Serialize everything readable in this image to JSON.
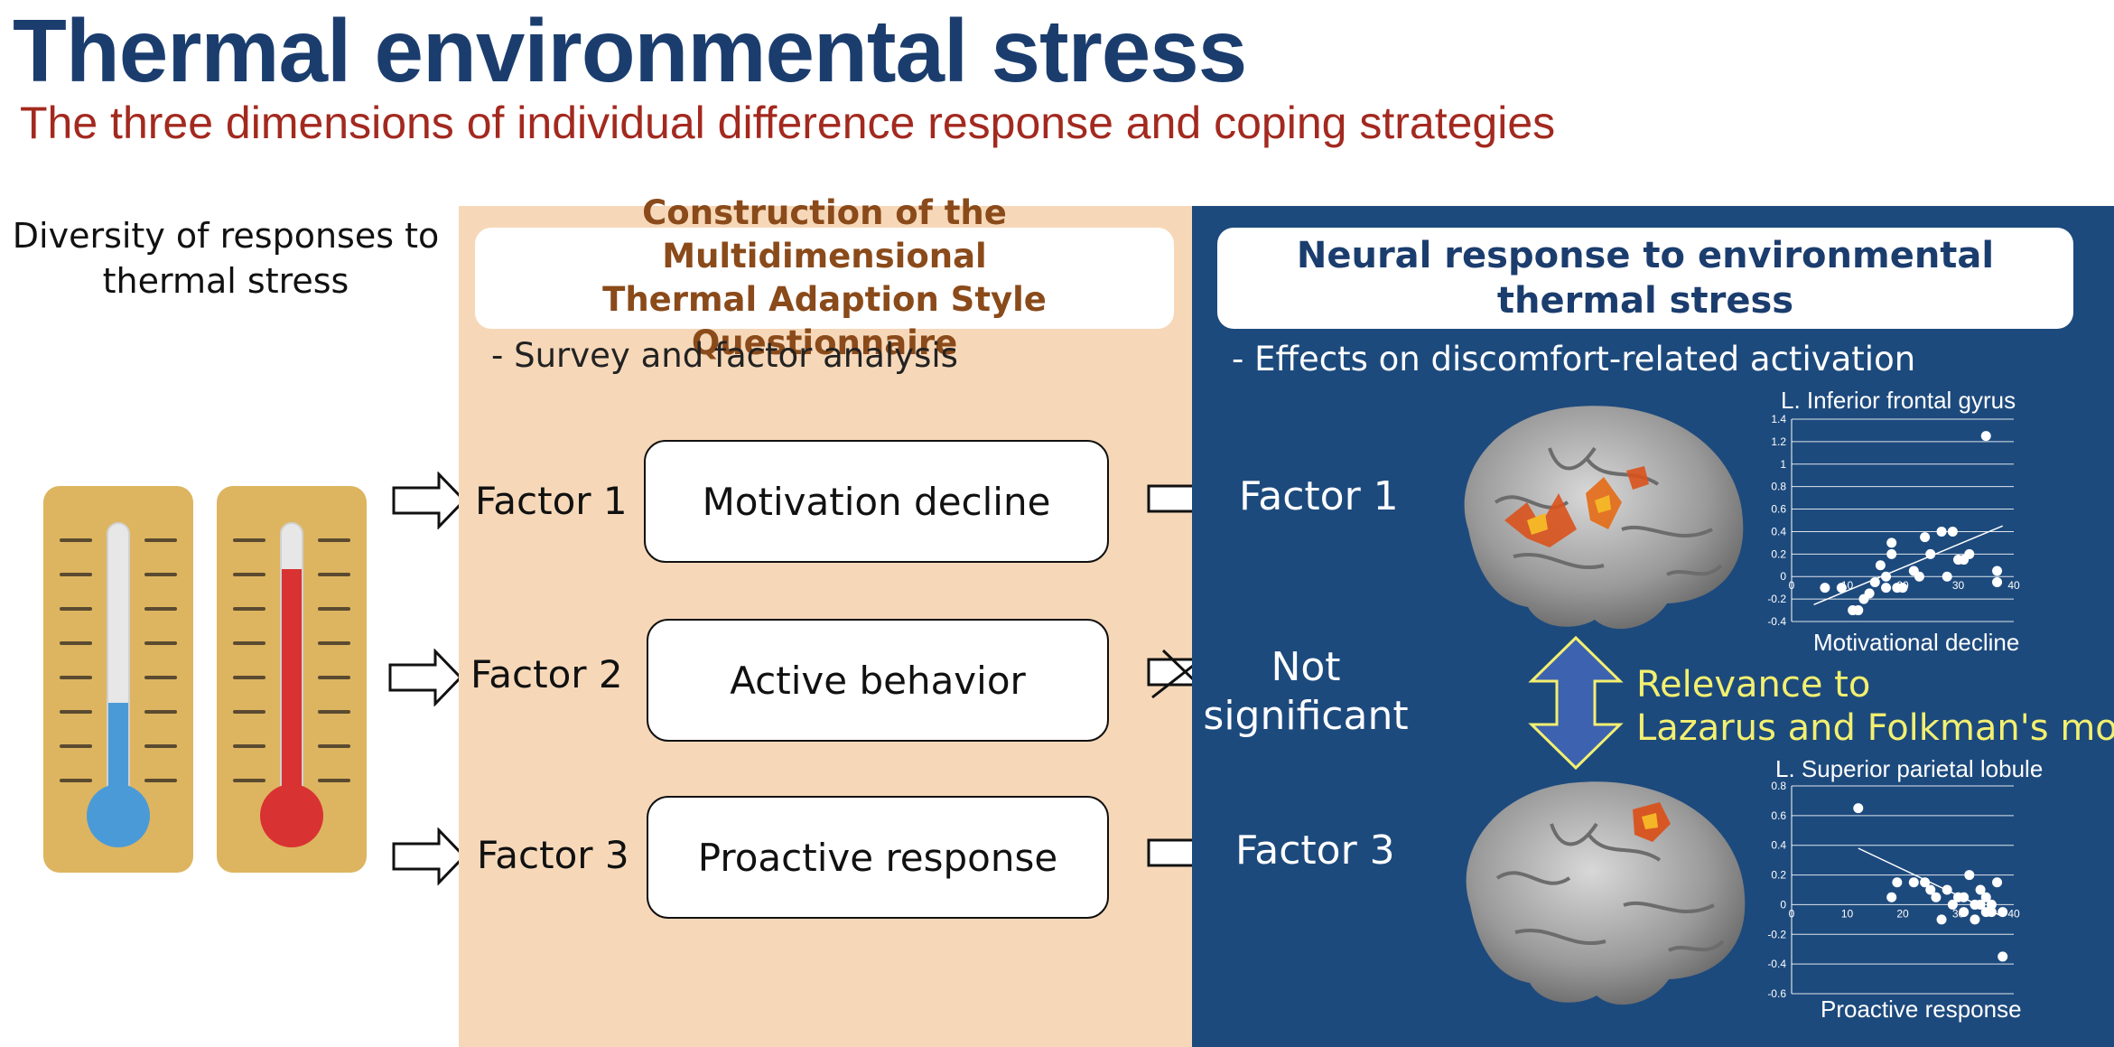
{
  "header": {
    "title": "Thermal environmental stress",
    "subtitle": "The three dimensions of individual difference response and coping strategies"
  },
  "left": {
    "label": "Diversity of responses to thermal stress"
  },
  "middle": {
    "title_line1": "Construction of the Multidimensional",
    "title_line2": "Thermal Adaption Style Questionnaire",
    "note": "- Survey and factor analysis",
    "rows": [
      {
        "factor": "Factor 1",
        "box": "Motivation decline"
      },
      {
        "factor": "Factor 2",
        "box": "Active behavior"
      },
      {
        "factor": "Factor 3",
        "box": "Proactive response"
      }
    ]
  },
  "right": {
    "title_line1": "Neural response to environmental",
    "title_line2": "thermal stress",
    "note": "- Effects on discomfort-related activation",
    "factor1": "Factor 1",
    "not_sig_line1": "Not",
    "not_sig_line2": "significant",
    "factor3": "Factor 3",
    "relevance_line1": "Relevance to",
    "relevance_line2": "Lazarus and Folkman's model"
  },
  "colors": {
    "title": "#1b3d6e",
    "subtitle": "#a3291f",
    "middle_panel": "#f6d8b9",
    "right_panel": "#1d4a7d",
    "relevance_text": "#f3f070",
    "thermo_card": "#ddb560",
    "cold_fill": "#4a9ad8",
    "hot_fill": "#d93232"
  },
  "chart_data": [
    {
      "type": "scatter",
      "title": "L. Inferior frontal gyrus",
      "xlabel": "Motivational decline",
      "ylabel": "",
      "xlim": [
        0,
        40
      ],
      "ylim": [
        -0.4,
        1.4
      ],
      "xticks": [
        0,
        10,
        20,
        30,
        40
      ],
      "yticks": [
        -0.4,
        -0.2,
        0,
        0.2,
        0.4,
        0.6,
        0.8,
        1,
        1.2,
        1.4
      ],
      "grid": true,
      "points": [
        [
          6,
          -0.1
        ],
        [
          9,
          -0.1
        ],
        [
          11,
          -0.3
        ],
        [
          12,
          -0.3
        ],
        [
          13,
          -0.2
        ],
        [
          14,
          -0.15
        ],
        [
          15,
          -0.05
        ],
        [
          16,
          0.1
        ],
        [
          17,
          0.0
        ],
        [
          17,
          -0.1
        ],
        [
          18,
          0.3
        ],
        [
          18,
          0.2
        ],
        [
          19,
          -0.1
        ],
        [
          20,
          -0.1
        ],
        [
          22,
          0.05
        ],
        [
          23,
          0.0
        ],
        [
          24,
          0.35
        ],
        [
          25,
          0.2
        ],
        [
          27,
          0.4
        ],
        [
          28,
          0.0
        ],
        [
          29,
          0.4
        ],
        [
          30,
          0.15
        ],
        [
          31,
          0.15
        ],
        [
          32,
          0.2
        ],
        [
          35,
          1.25
        ],
        [
          37,
          0.05
        ],
        [
          37,
          -0.05
        ]
      ],
      "trend": [
        [
          4,
          -0.25
        ],
        [
          38,
          0.45
        ]
      ]
    },
    {
      "type": "scatter",
      "title": "L. Superior parietal lobule",
      "xlabel": "Proactive response",
      "ylabel": "",
      "xlim": [
        0,
        40
      ],
      "ylim": [
        -0.6,
        0.8
      ],
      "xticks": [
        0,
        10,
        20,
        30,
        40
      ],
      "yticks": [
        -0.6,
        -0.4,
        -0.2,
        0,
        0.2,
        0.4,
        0.6,
        0.8
      ],
      "grid": true,
      "points": [
        [
          12,
          0.65
        ],
        [
          18,
          0.05
        ],
        [
          19,
          0.15
        ],
        [
          22,
          0.15
        ],
        [
          24,
          0.15
        ],
        [
          25,
          0.1
        ],
        [
          26,
          0.05
        ],
        [
          27,
          -0.1
        ],
        [
          28,
          0.1
        ],
        [
          29,
          0.0
        ],
        [
          30,
          0.05
        ],
        [
          31,
          -0.05
        ],
        [
          31,
          0.05
        ],
        [
          32,
          0.2
        ],
        [
          33,
          0.0
        ],
        [
          33,
          -0.1
        ],
        [
          34,
          0.0
        ],
        [
          34,
          0.1
        ],
        [
          35,
          -0.05
        ],
        [
          35,
          0.05
        ],
        [
          36,
          0.0
        ],
        [
          36,
          -0.05
        ],
        [
          37,
          0.15
        ],
        [
          38,
          -0.35
        ],
        [
          38,
          -0.05
        ]
      ],
      "trend": [
        [
          12,
          0.38
        ],
        [
          38,
          -0.08
        ]
      ]
    }
  ]
}
